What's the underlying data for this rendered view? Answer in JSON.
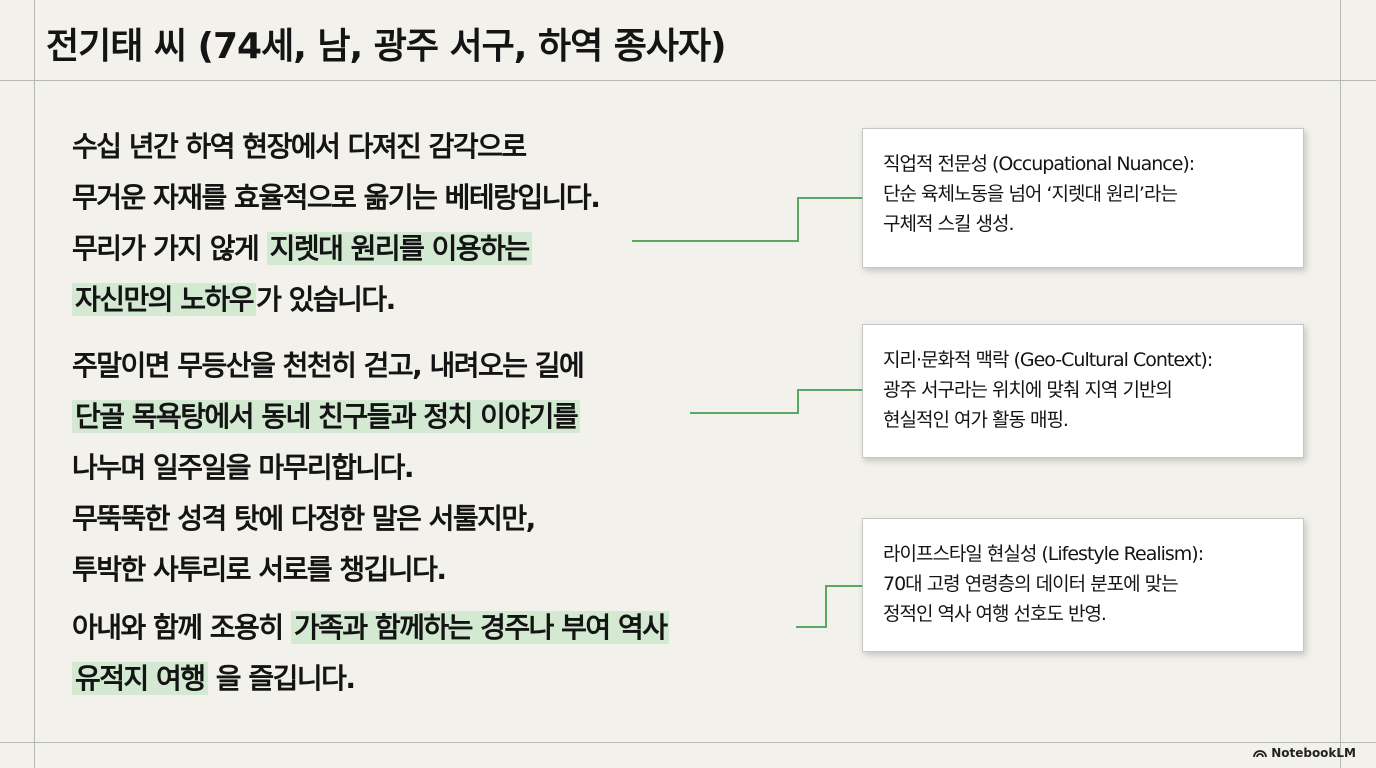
{
  "title": "전기태 씨 (74세, 남, 광주 서구, 하역 종사자)",
  "paragraphs": [
    {
      "lines": [
        [
          {
            "t": "수십 년간 하역 현장에서 다져진 감각으로",
            "hl": false
          }
        ],
        [
          {
            "t": "무거운 자재를 효율적으로 옮기는 베테랑입니다.",
            "hl": false
          }
        ],
        [
          {
            "t": "무리가 가지 않게 ",
            "hl": false
          },
          {
            "t": "지렛대 원리를 이용하는",
            "hl": true
          }
        ],
        [
          {
            "t": "자신만의 노하우",
            "hl": true
          },
          {
            "t": "가 있습니다.",
            "hl": false
          }
        ]
      ]
    },
    {
      "lines": [
        [
          {
            "t": "주말이면 무등산을 천천히 걷고, 내려오는 길에",
            "hl": false
          }
        ],
        [
          {
            "t": "단골 목욕탕에서 동네 친구들과 정치 이야기를",
            "hl": true
          }
        ],
        [
          {
            "t": "나누며 일주일을 마무리합니다.",
            "hl": false
          }
        ],
        [
          {
            "t": "무뚝뚝한 성격 탓에 다정한 말은 서툴지만,",
            "hl": false
          }
        ],
        [
          {
            "t": "투박한 사투리로 서로를 챙깁니다.",
            "hl": false
          }
        ]
      ]
    },
    {
      "lines": [
        [
          {
            "t": "아내와 함께 조용히 ",
            "hl": false
          },
          {
            "t": "가족과 함께하는 경주나 부여 역사",
            "hl": true
          }
        ],
        [
          {
            "t": "유적지 여행",
            "hl": true
          },
          {
            "t": " 을 즐깁니다.",
            "hl": false
          }
        ]
      ]
    }
  ],
  "notes": [
    {
      "lines": [
        "직업적 전문성 (Occupational Nuance):",
        "단순 육체노동을 넘어 ‘지렛대 원리’라는",
        "구체적 스킬 생성."
      ]
    },
    {
      "lines": [
        "지리·문화적 맥락 (Geo-Cultural Context):",
        "광주 서구라는 위치에 맞춰 지역 기반의",
        "현실적인 여가 활동 매핑."
      ]
    },
    {
      "lines": [
        "라이프스타일 현실성 (Lifestyle Realism):",
        "70대 고령 연령층의 데이터 분포에 맞는",
        "정적인 역사 여행 선호도 반영."
      ]
    }
  ],
  "brand": {
    "label": "NotebookLM",
    "icon": "notebooklm-logo-icon"
  },
  "colors": {
    "highlight": "#d3e9d1",
    "connector": "#5aa862",
    "background": "#f2f1ec"
  }
}
